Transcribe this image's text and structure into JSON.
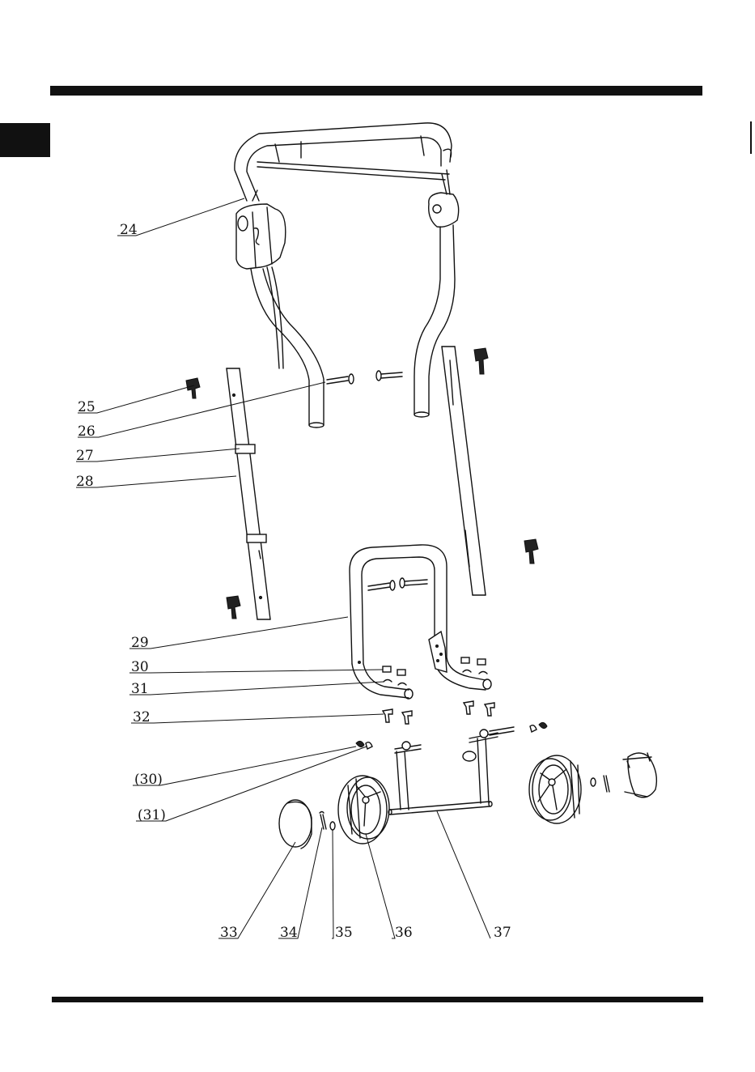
{
  "colors": {
    "ink": "#111111",
    "paper": "#ffffff"
  },
  "labels": {
    "p24": "24",
    "p25": "25",
    "p26": "26",
    "p27": "27",
    "p28": "28",
    "p29": "29",
    "p30": "30",
    "p31": "31",
    "p32": "32",
    "p30b": "(30)",
    "p31b": "(31)",
    "p33": "33",
    "p34": "34",
    "p35": "35",
    "p36": "36",
    "p37": "37"
  },
  "icons": {
    "page_tab": "black-rectangle-tab",
    "diagram": "exploded-view-handle-wheels"
  }
}
